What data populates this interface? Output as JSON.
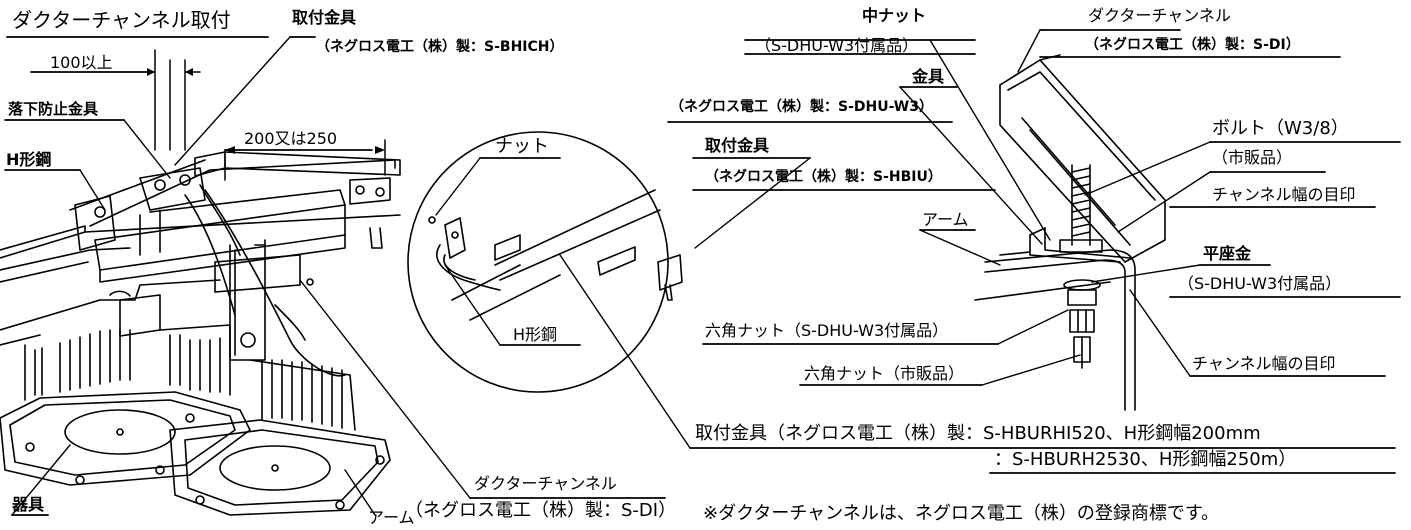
{
  "labels": {
    "duct_channel_mount": "ダクターチャンネル取付",
    "mount_bracket_a": "取付金具",
    "mount_bracket_a_model": "（ネグロス電工（株）製：S-BHICH）",
    "spacing_100": "100以上",
    "fall_prevention": "落下防止金具",
    "h_beam_left": "H形鋼",
    "spacing_200_250": "200又は250",
    "nut": "ナット",
    "mount_bracket_b": "取付金具",
    "mount_bracket_b_model": "（ネグロス電工（株）製：S-HBIU）",
    "h_beam_mid": "H形鋼",
    "center_nut": "中ナット",
    "center_nut_accessory": "（S-DHU-W3付属品）",
    "bracket": "金具",
    "bracket_model": "（ネグロス電工（株）製：S-DHU-W3）",
    "duct_channel_right": "ダクターチャンネル",
    "duct_channel_right_model": "（ネグロス電工（株）製：S-DI）",
    "bolt": "ボルト（W3/8）",
    "bolt_note": "（市販品）",
    "channel_width_mark_1": "チャンネル幅の目印",
    "arm_right": "アーム",
    "flat_washer": "平座金",
    "flat_washer_accessory": "（S-DHU-W3付属品）",
    "hex_nut_accessory": "六角ナット（S-DHU-W3付属品）",
    "channel_width_mark_2": "チャンネル幅の目印",
    "hex_nut_commercial": "六角ナット（市販品）",
    "mount_bracket_c_line1": "取付金具（ネグロス電工（株）製：S-HBURHI520、H形鋼幅200mm",
    "mount_bracket_c_line2": "：S-HBURH2530、H形鋼幅250m）",
    "duct_channel_bottom": "ダクターチャンネル",
    "duct_channel_bottom_model": "（ネグロス電工（株）製：S-DI）",
    "trademark_note": "※ダクターチャンネルは、ネグロス電工（株）の登録商標です。",
    "fixture": "器具",
    "arm_bottom": "アーム"
  }
}
